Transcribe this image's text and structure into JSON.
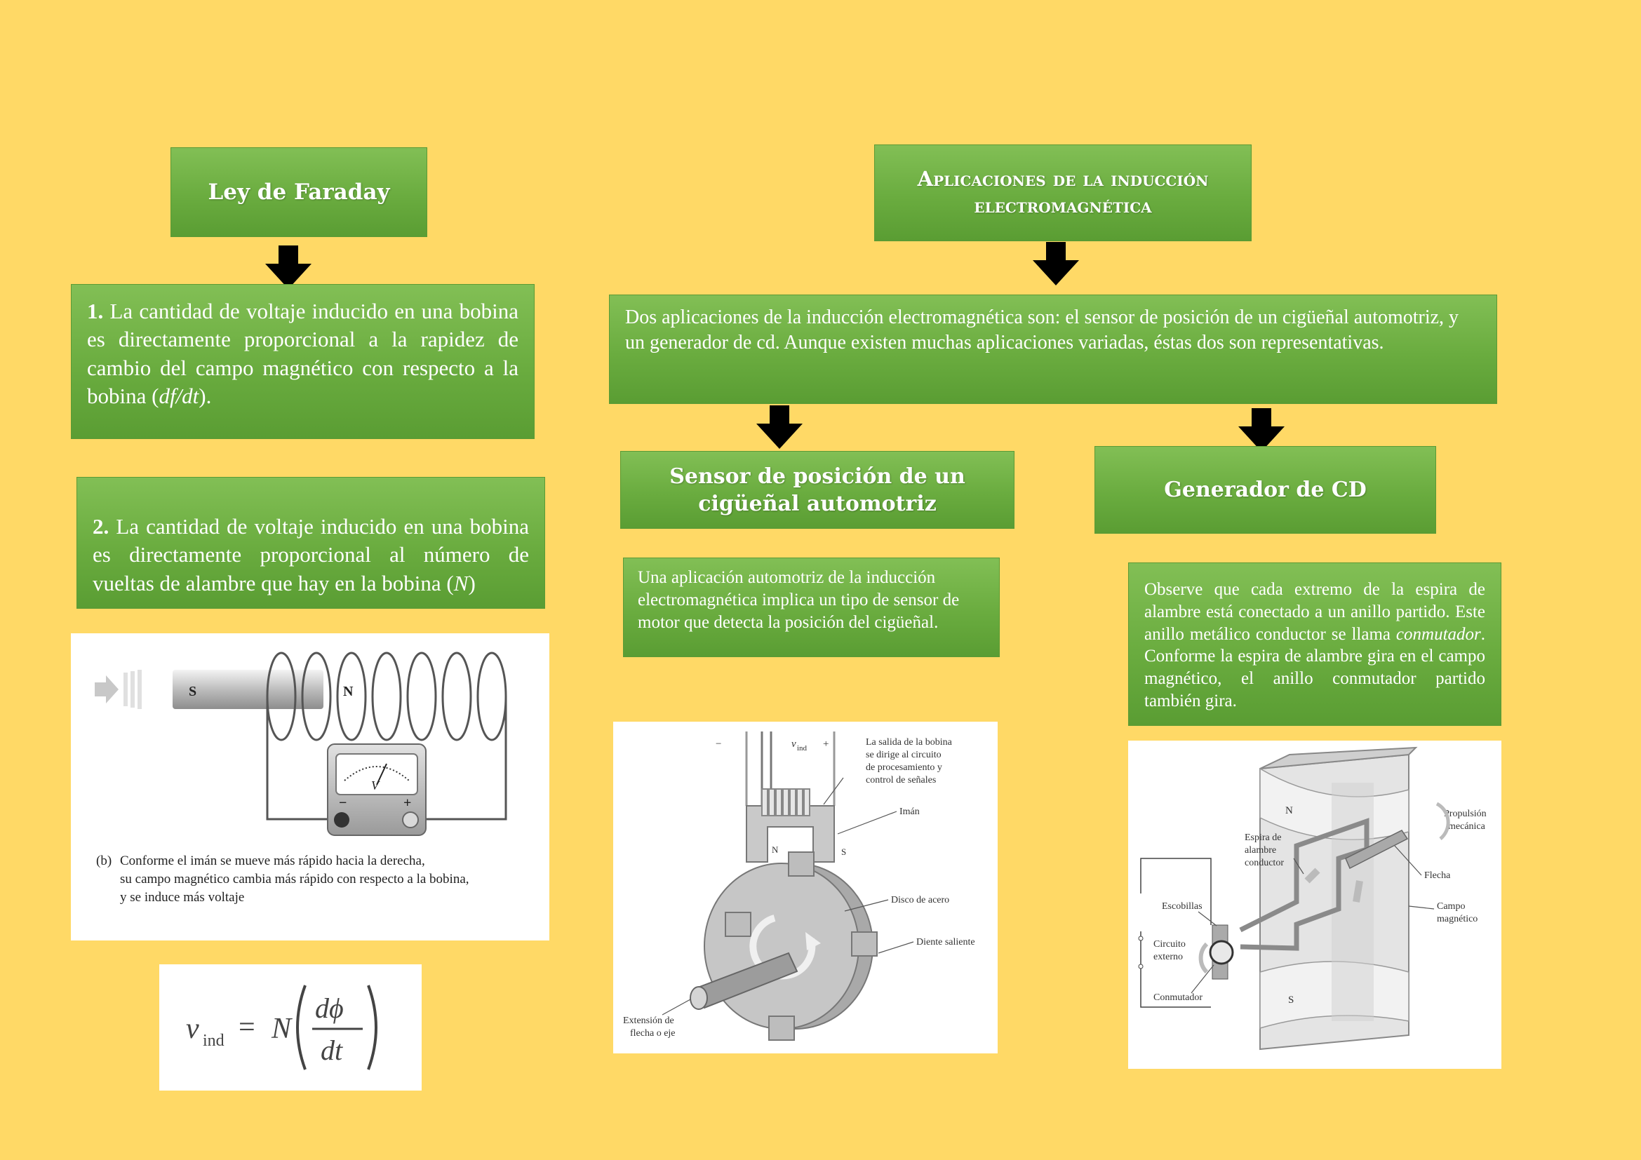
{
  "left": {
    "title": "Ley de Faraday",
    "point1_num": "1.",
    "point1_text": "La cantidad de voltaje inducido en una bobina es directamente proporcional a la rapidez de cambio del campo magnético con respecto a la bobina (",
    "point1_math": "df/dt",
    "point1_end": ").",
    "point2_num": "2.",
    "point2_text": "La cantidad de voltaje inducido en una bobina es directamente proporcional al número de vueltas de alambre que hay en la bobina (",
    "point2_math": "N",
    "point2_end": ")",
    "figure": {
      "magnet_s": "S",
      "magnet_n": "N",
      "meter_label": "V",
      "minus": "−",
      "plus": "+",
      "caption_tag": "(b)",
      "caption_line1": "Conforme el imán se mueve más rápido hacia la derecha,",
      "caption_line2": "su campo magnético cambia más rápido con respecto a la bobina,",
      "caption_line3": "y se induce más voltaje"
    },
    "formula": {
      "lhs": "v",
      "lhs_sub": "ind",
      "equals": "=",
      "n": "N",
      "numerator": "dϕ",
      "denominator": "dt"
    }
  },
  "right": {
    "title_line1": "Aplicaciones de la inducción",
    "title_line2": "electromagnética",
    "intro": "Dos aplicaciones de la inducción electromagnética son: el sensor de posición de un cigüeñal automotriz, y un generador de cd. Aunque existen muchas aplicaciones variadas, éstas dos son representativas.",
    "sensor": {
      "title": "Sensor de posición de un cigüeñal automotriz",
      "text": "Una aplicación automotriz de la inducción electromagnética implica un tipo de sensor de motor que detecta la posición del cigüeñal.",
      "fig": {
        "minus": "−",
        "vind": "v",
        "vind_sub": "ind",
        "plus": "+",
        "out_line1": "La salida de la bobina",
        "out_line2": "se dirige al circuito",
        "out_line3": "de procesamiento y",
        "out_line4": "control de señales",
        "iman": "Imán",
        "n": "N",
        "s": "S",
        "disco": "Disco de acero",
        "diente": "Diente saliente",
        "ext_line1": "Extensión de",
        "ext_line2": "flecha o eje"
      }
    },
    "generator": {
      "title": "Generador de CD",
      "text_a": "Observe que cada extremo de la espira de alambre está conectado a un anillo partido. Este anillo metálico conductor se llama ",
      "text_em": "conmutador",
      "text_b": ". Conforme la espira de alambre gira en el campo magnético, el anillo conmutador partido también gira.",
      "fig": {
        "n": "N",
        "s": "S",
        "prop_line1": "Propulsión",
        "prop_line2": "mecánica",
        "espira_line1": "Espira de",
        "espira_line2": "alambre",
        "espira_line3": "conductor",
        "flecha": "Flecha",
        "campo_line1": "Campo",
        "campo_line2": "magnético",
        "escobillas": "Escobillas",
        "circ_line1": "Circuito",
        "circ_line2": "externo",
        "conmutador": "Conmutador"
      }
    }
  }
}
